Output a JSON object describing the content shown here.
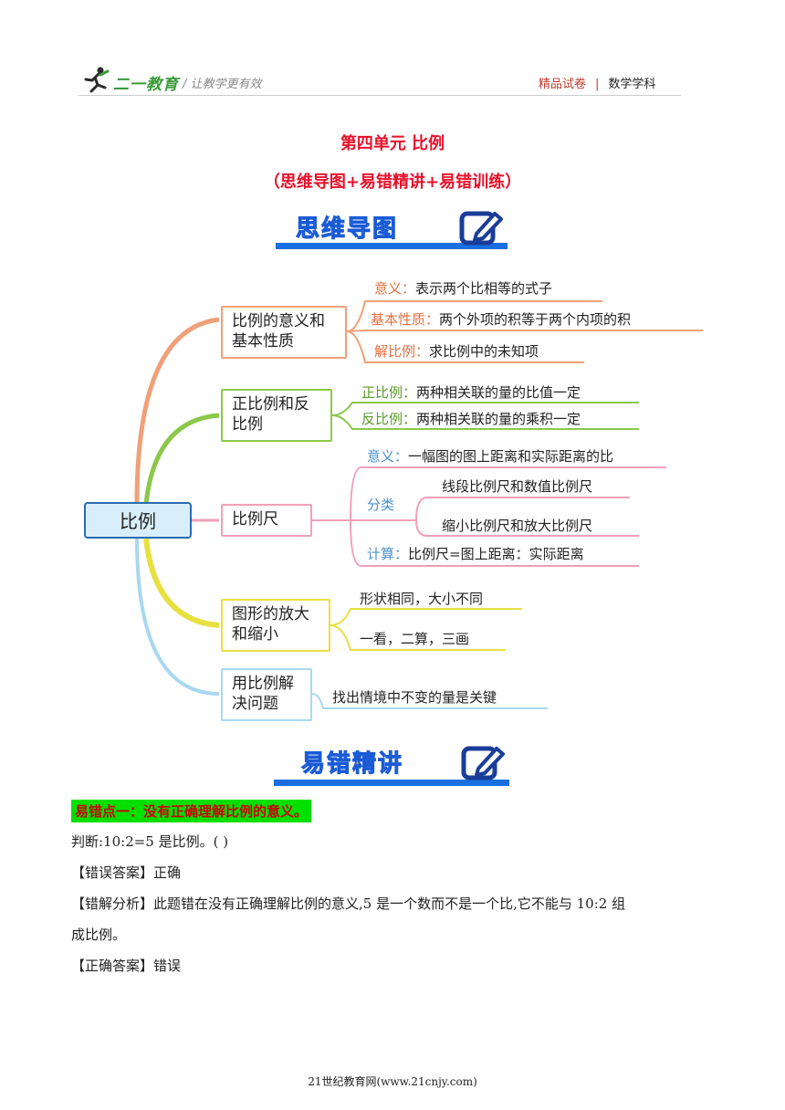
{
  "header": {
    "logo_text": "二一教育",
    "slogan": "/ 让教学更有效",
    "tag_left": "精品试卷",
    "tag_sep": "|",
    "tag_right": "数学学科"
  },
  "title": "第四单元  比例",
  "subtitle": "（思维导图+易错精讲+易错训练）",
  "banners": {
    "mindmap": "思维导图",
    "errors": "易错精讲"
  },
  "mindmap": {
    "root": "比例",
    "branches": [
      {
        "label_l1": "比例的意义和",
        "label_l2": "基本性质",
        "color": "#f0a078",
        "leaves": [
          {
            "key": "意义：",
            "text": "表示两个比相等的式子"
          },
          {
            "key": "基本性质：",
            "text": "两个外项的积等于两个内项的积"
          },
          {
            "key": "解比例：",
            "text": "求比例中的未知项"
          }
        ]
      },
      {
        "label_l1": "正比例和反",
        "label_l2": "比例",
        "color": "#8cc84b",
        "leaves": [
          {
            "key": "正比例：",
            "text": "两种相关联的量的比值一定"
          },
          {
            "key": "反比例：",
            "text": "两种相关联的量的乘积一定"
          }
        ]
      },
      {
        "label_l1": "比例尺",
        "label_l2": "",
        "color": "#f2a0b8",
        "leaves": [
          {
            "key": "意义：",
            "text": "一幅图的图上距离和实际距离的比"
          },
          {
            "key": "分类",
            "text": ""
          },
          {
            "key": "",
            "text": "线段比例尺和数值比例尺"
          },
          {
            "key": "",
            "text": "缩小比例尺和放大比例尺"
          },
          {
            "key": "计算：",
            "text": "比例尺=图上距离：实际距离"
          }
        ]
      },
      {
        "label_l1": "图形的放大",
        "label_l2": "和缩小",
        "color": "#e8e040",
        "leaves": [
          {
            "key": "",
            "text": "形状相同，大小不同"
          },
          {
            "key": "",
            "text": "一看，二算，三画"
          }
        ]
      },
      {
        "label_l1": "用比例解",
        "label_l2": "决问题",
        "color": "#a8d8f0",
        "leaves": [
          {
            "key": "",
            "text": "找出情境中不变的量是关键"
          }
        ]
      }
    ]
  },
  "error_section": {
    "point_title": "易错点一：没有正确理解比例的意义。",
    "question": "判断:10:2=5 是比例。(    )",
    "wrong_answer": "【错误答案】正确",
    "analysis_line1": "【错解分析】此题错在没有正确理解比例的意义,5 是一个数而不是一个比,它不能与 10:2 组",
    "analysis_line2": "成比例。",
    "correct_answer": "【正确答案】错误"
  },
  "footer": "21世纪教育网(www.21cnjy.com)"
}
